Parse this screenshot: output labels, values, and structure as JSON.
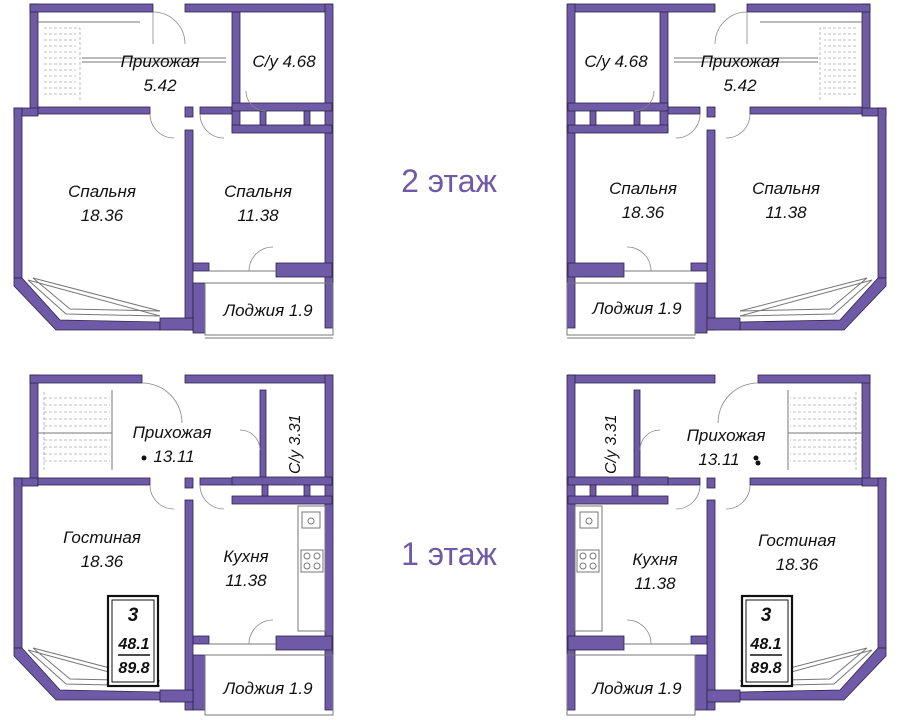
{
  "labels": {
    "floor2": "2 этаж",
    "floor1": "1 этаж",
    "hall": "Прихожая",
    "hall_area_top": "5.42",
    "hall_area_bottom": "13.11",
    "bath_top": "С/у 4.68",
    "bath_bottom": "С/у 3.31",
    "bedroom": "Спальня",
    "bedroom_a": "18.36",
    "bedroom_b": "11.38",
    "loggia": "Лоджия 1.9",
    "living": "Гостиная",
    "living_area": "18.36",
    "kitchen": "Кухня",
    "kitchen_area": "11.38",
    "rooms_count": "3",
    "living_total": "48.1",
    "area_total": "89.8"
  },
  "colors": {
    "wall": "#6e5aa6",
    "wall_stroke": "#2f2348",
    "line": "#7a7a7a",
    "floor_text": "#6e5aa6"
  }
}
